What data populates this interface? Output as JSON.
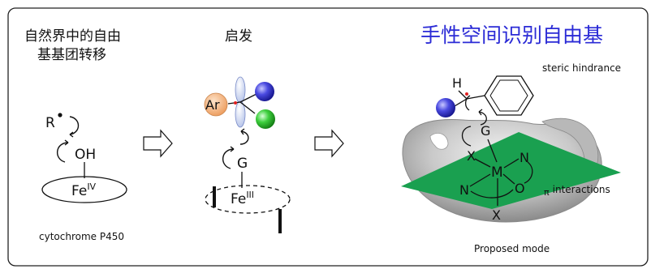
{
  "panel_left": {
    "title_line1": "自然界中的自由",
    "title_line2": "基基团转移",
    "radical_R": "R",
    "oh": "OH",
    "fe": "Fe",
    "fe_ox": "IV",
    "caption": "cytochrome P450"
  },
  "panel_middle": {
    "title": "启发",
    "ar": "Ar",
    "g": "G",
    "fe": "Fe",
    "fe_ox": "III"
  },
  "panel_right": {
    "title": "手性空间识别自由基",
    "h": "H",
    "steric": "steric hindrance",
    "g": "G",
    "x_top": "X",
    "x_bottom": "X",
    "m": "M",
    "n_right": "N",
    "n_left": "N",
    "o": "O",
    "pi": "π",
    "interactions": "interactions",
    "caption": "Proposed mode"
  },
  "colors": {
    "title_accent": "#2b2bd6",
    "green_plane": "#1aa050",
    "ar_orange": "#f2a46a",
    "sphere_blue": "#3b3bd6",
    "sphere_green": "#3ecf3e",
    "radical_red": "#e02020"
  }
}
